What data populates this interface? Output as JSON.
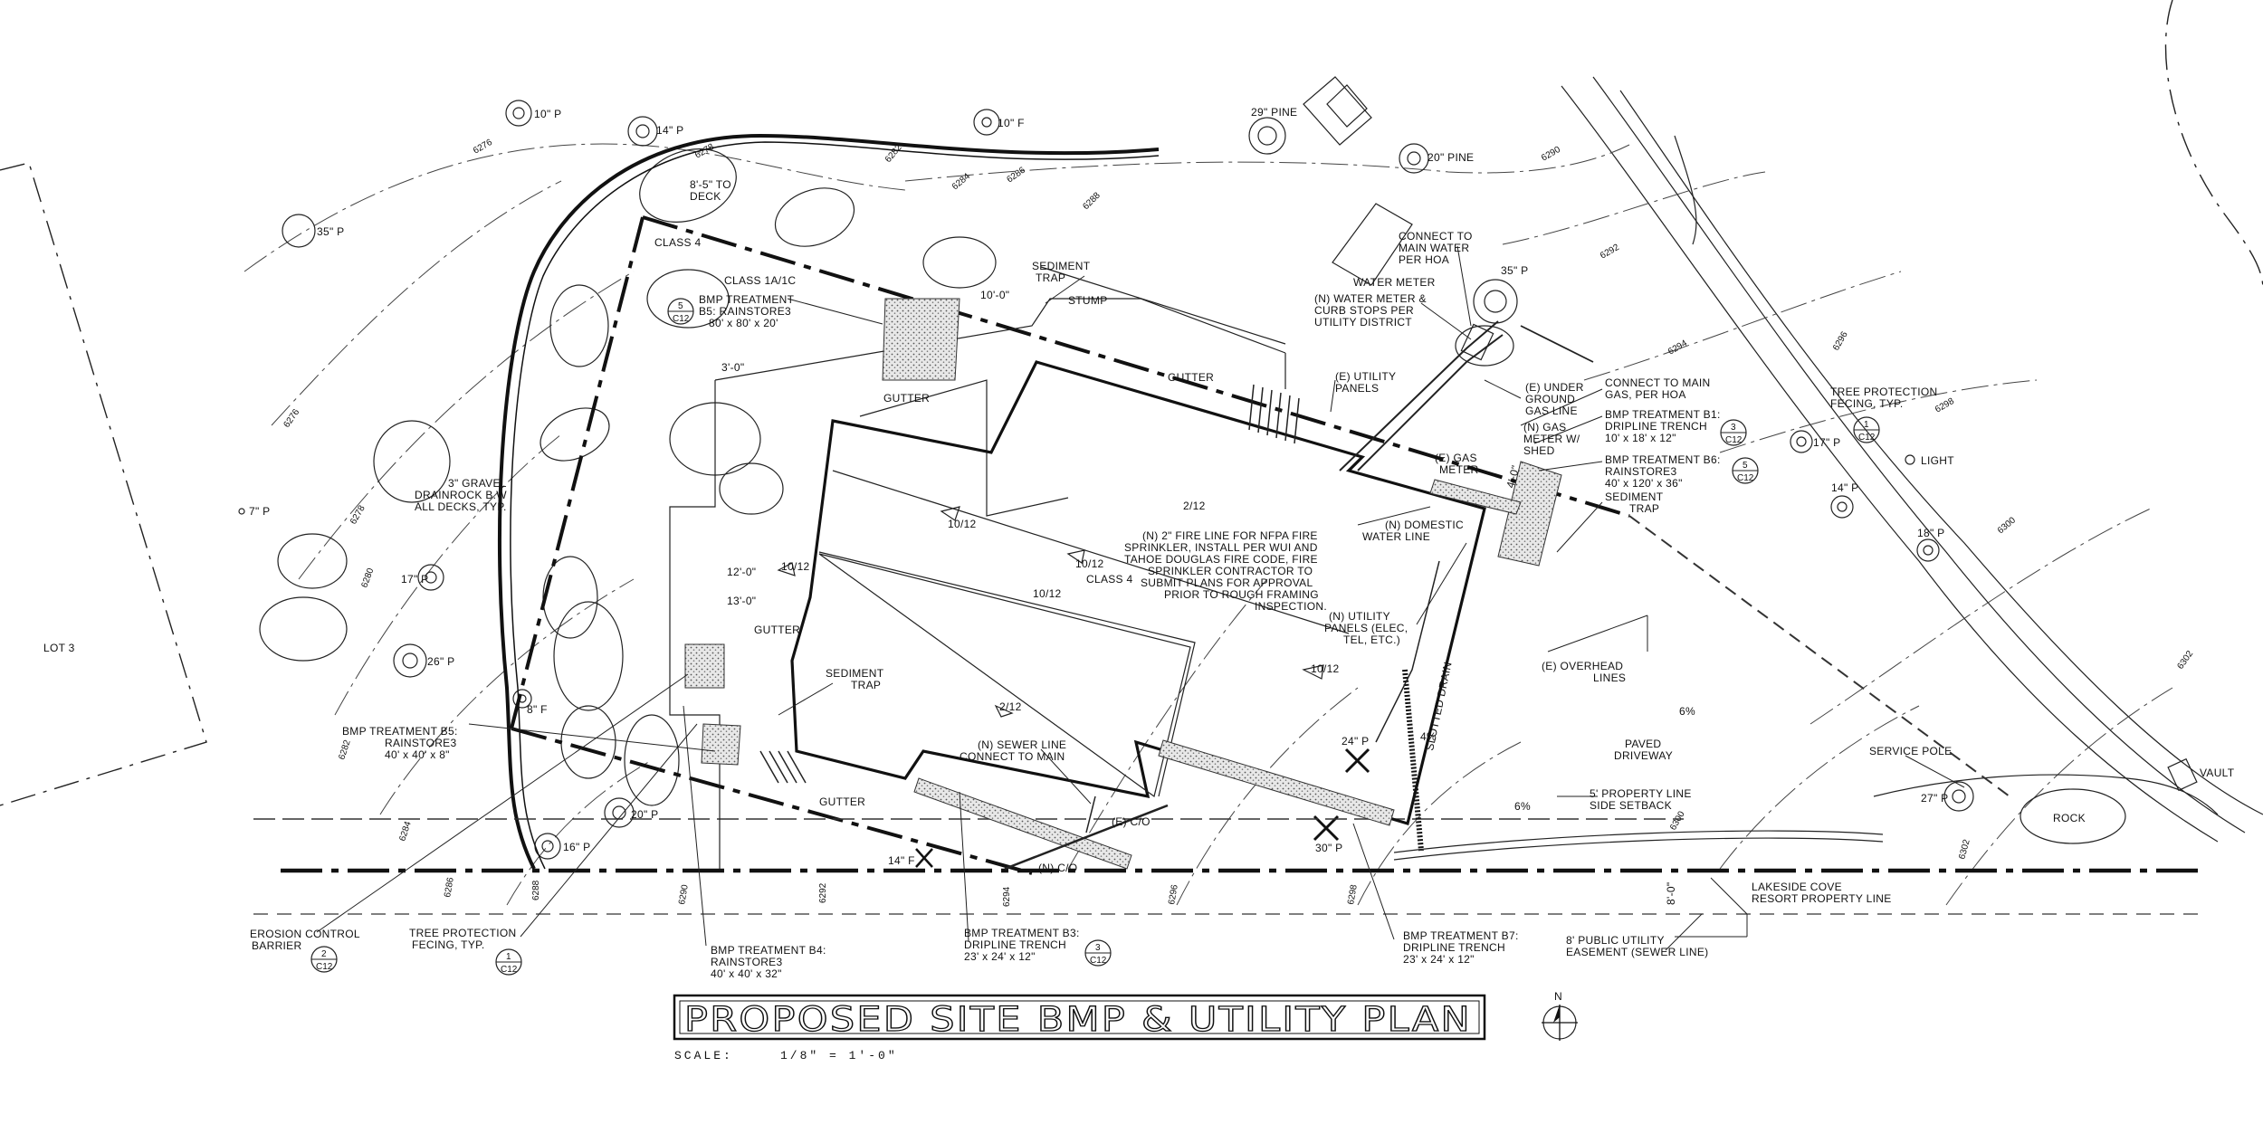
{
  "title": "PROPOSED SITE BMP & UTILITY PLAN",
  "scale": {
    "label": "SCALE:",
    "value": "1/8\" = 1'-0\""
  },
  "north": "N",
  "labels": {
    "lot3": "LOT 3",
    "tree10a": "10\" P",
    "tree14a": "14\" P",
    "tree10f": "10\" F",
    "tree35a": "35\" P",
    "tree29pine": "29\" PINE",
    "tree20pine": "20\" PINE",
    "tree35b": "35\" P",
    "tree17a": "17\" P",
    "tree14b": "14\" P",
    "tree18": "18\" P",
    "tree17b": "17\" P",
    "tree26": "26\" P",
    "tree8f": "8\" F",
    "tree7": "7\" P",
    "tree16": "16\" P",
    "tree20b": "20\" P",
    "tree14f": "14\" F",
    "tree24": "24\" P",
    "tree30": "30\" P",
    "tree27": "27\" P",
    "light": "LIGHT",
    "rock": "ROCK",
    "vault": "VAULT",
    "deck1": "8'-5\" TO",
    "deck2": "DECK",
    "class4a": "CLASS 4",
    "class4b": "CLASS 4",
    "class1": "CLASS 1A/1C",
    "bmp5a1": "BMP TREATMENT",
    "bmp5a2": "B5: RAINSTORE3",
    "bmp5a3": "80' x 80' x 20'",
    "sed1a": "SEDIMENT",
    "sed1b": "TRAP",
    "stump": "STUMP",
    "dim1": "10'-0\"",
    "dim2": "3'-0\"",
    "dim3": "12'-0\"",
    "dim4": "13'-0\"",
    "gutter1": "GUTTER",
    "gutter2": "GUTTER",
    "gutter3": "GUTTER",
    "gutter4": "GUTTER",
    "eutil1": "(E) UTILITY",
    "eutil2": "PANELS",
    "conn1": "CONNECT TO",
    "conn2": "MAIN WATER",
    "conn3": "PER HOA",
    "wm": "WATER METER",
    "nwm1": "(N) WATER METER &",
    "nwm2": "CURB STOPS PER",
    "nwm3": "UTILITY DISTRICT",
    "ug1": "(E) UNDER",
    "ug2": "GROUND",
    "ug3": "GAS LINE",
    "gas1": "CONNECT TO MAIN",
    "gas2": "GAS, PER HOA",
    "ngm1": "(N) GAS",
    "ngm2": "METER W/",
    "ngm3": "SHED",
    "egm1": "(E) GAS",
    "egm2": "METER",
    "bmp1a": "BMP TREATMENT B1:",
    "bmp1b": "DRIPLINE TRENCH",
    "bmp1c": "10' x 18' x 12\"",
    "bmp6a": "BMP TREATMENT B6:",
    "bmp6b": "RAINSTORE3",
    "bmp6c": "40' x 120' x 36\"",
    "sed2a": "SEDIMENT",
    "sed2b": "TRAP",
    "treep1": "TREE PROTECTION",
    "treep2": "FECING, TYP.",
    "gravel1": "3\" GRAVEL",
    "gravel2": "DRAINROCK B.W",
    "gravel3": "ALL DECKS, TYP.",
    "fire1": "(N) 2\" FIRE LINE FOR NFPA FIRE",
    "fire2": "SPRINKLER, INSTALL PER WUI AND",
    "fire3": "TAHOE DOUGLAS FIRE CODE, FIRE",
    "fire4": "SPRINKLER CONTRACTOR TO",
    "fire5": "SUBMIT PLANS FOR APPROVAL",
    "fire6": "PRIOR TO ROUGH FRAMING",
    "fire7": "INSPECTION.",
    "dw1": "(N) DOMESTIC",
    "dw2": "WATER LINE",
    "np1": "(N) UTILITY",
    "np2": "PANELS (ELEC,",
    "np3": "TEL, ETC.)",
    "oh1": "(E) OVERHEAD",
    "oh2": "LINES",
    "sed3a": "SEDIMENT",
    "sed3b": "TRAP",
    "slope1": "2/12",
    "slope2": "10/12",
    "slope3": "10/12",
    "slope4": "10/12",
    "slope5": "10/12",
    "slope6": "10/12",
    "slope7": "2/12",
    "bmp5b1": "BMP TREATMENT B5:",
    "bmp5b2": "RAINSTORE3",
    "bmp5b3": "40' x 40' x 8\"",
    "sew1": "(N) SEWER LINE",
    "sew2": "CONNECT TO MAIN",
    "eco": "(E) C/O",
    "nco": "(N) C/O",
    "slot": "SLOTTED DRAIN",
    "paved1": "PAVED",
    "paved2": "DRIVEWAY",
    "pct1": "6%",
    "pct2": "6%",
    "pct3": "4%",
    "set1": "5' PROPERTY LINE",
    "set2": "SIDE SETBACK",
    "svc": "SERVICE POLE",
    "lc1": "LAKESIDE COVE",
    "lc2": "RESORT PROPERTY LINE",
    "pue1": "8' PUBLIC UTILITY",
    "pue2": "EASEMENT (SEWER LINE)",
    "pue3": "8'-0\"",
    "dim5": "4'-0\"",
    "ec1": "EROSION CONTROL",
    "ec2": "BARRIER",
    "tp1": "TREE PROTECTION",
    "tp2": "FECING, TYP.",
    "bmp4a": "BMP TREATMENT B4:",
    "bmp4b": "RAINSTORE3",
    "bmp4c": "40' x 40' x 32\"",
    "bmp3a": "BMP TREATMENT B3:",
    "bmp3b": "DRIPLINE TRENCH",
    "bmp3c": "23' x 24' x 12\"",
    "bmp7a": "BMP TREATMENT B7:",
    "bmp7b": "DRIPLINE TRENCH",
    "bmp7c": "23' x 24' x 12\""
  },
  "refs": {
    "r5": {
      "num": "5",
      "sheet": "C12"
    },
    "r3a": {
      "num": "3",
      "sheet": "C12"
    },
    "r5b": {
      "num": "5",
      "sheet": "C12"
    },
    "r1a": {
      "num": "1",
      "sheet": "C12"
    },
    "r2": {
      "num": "2",
      "sheet": "C12"
    },
    "r1b": {
      "num": "1",
      "sheet": "C12"
    },
    "r3b": {
      "num": "3",
      "sheet": "C12"
    }
  },
  "contours": [
    "6276",
    "6278",
    "6282",
    "6284",
    "6286",
    "6288",
    "6290",
    "6292",
    "6294",
    "6296",
    "6298",
    "6300",
    "6302",
    "6276",
    "6278",
    "6280",
    "6282",
    "6284",
    "6286",
    "6288",
    "6290",
    "6292",
    "6294",
    "6296",
    "6298",
    "6300",
    "6302"
  ]
}
